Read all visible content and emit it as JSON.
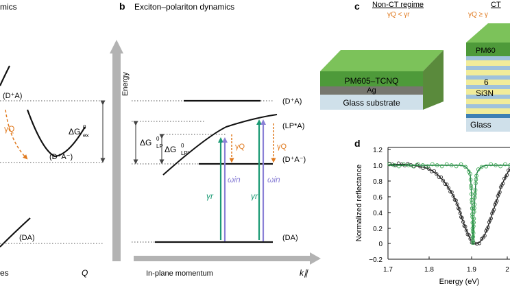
{
  "panel_a": {
    "title_fragment": "mics",
    "labels": {
      "d_plus_a": "(D⁺A)",
      "d_plus_a_minus": "(D⁺A⁻)",
      "da": "(DA)",
      "gamma_q": "γQ",
      "delta_g_ex": "ΔG",
      "delta_g_ex_sup": "0",
      "delta_g_ex_sub": "ex"
    },
    "xaxis_left": "es",
    "xaxis_right": "Q"
  },
  "panel_b": {
    "letter": "b",
    "title": "Exciton–polariton dynamics",
    "yaxis": "Energy",
    "xaxis": "In-plane momentum",
    "xaxis_symbol": "k∥",
    "levels": {
      "d_plus_a": "(D⁺A)",
      "lp_star_a": "(LP*A)",
      "d_plus_a_minus": "(D⁺A⁻)",
      "da": "(DA)"
    },
    "delta_g_lp": "ΔG",
    "delta_g_lp_sub": "LP",
    "delta_g_lpp_sub": "LP′",
    "sup_zero": "0",
    "gamma_r": "γr",
    "omega_in": "ωin",
    "gamma_q": "γQ"
  },
  "panel_c": {
    "letter": "c",
    "noncT_title": "Non-CT regime",
    "noncT_condition": "γQ < γr",
    "ct_title": "CT",
    "ct_condition": "γQ ≥ γ",
    "layers_left": {
      "top": "PM605–TCNQ",
      "mid": "Ag",
      "bottom": "Glass substrate"
    },
    "layers_right": {
      "top": "PM60",
      "stack_count": "6",
      "stack_material": "Si3N",
      "bottom": "Glass"
    }
  },
  "panel_d": {
    "letter": "d",
    "ylabel": "Normalized reflectance",
    "xlabel": "Energy (eV)",
    "yticks": [
      "1.2",
      "1.0",
      "0.8",
      "0.6",
      "0.4",
      "0.2",
      "0",
      "−0.2"
    ],
    "xticks": [
      "1.7",
      "1.8",
      "1.9",
      "2"
    ]
  },
  "colors": {
    "green_arrow": "#1b9a74",
    "purple_arrow": "#8a80d6",
    "orange": "#e07a1f",
    "gray_axis": "#b3b3b3",
    "film_green": "#5aa544",
    "glass": "#cfe0ea",
    "ag": "#7a7a72",
    "stripe_yellow": "#f1ec9a",
    "stripe_blue": "#9fc2dc"
  },
  "chart_data": {
    "type": "scatter",
    "xlabel": "Energy (eV)",
    "ylabel": "Normalized reflectance",
    "xlim": [
      1.7,
      2.0
    ],
    "ylim": [
      -0.2,
      1.2
    ],
    "series": []
  }
}
